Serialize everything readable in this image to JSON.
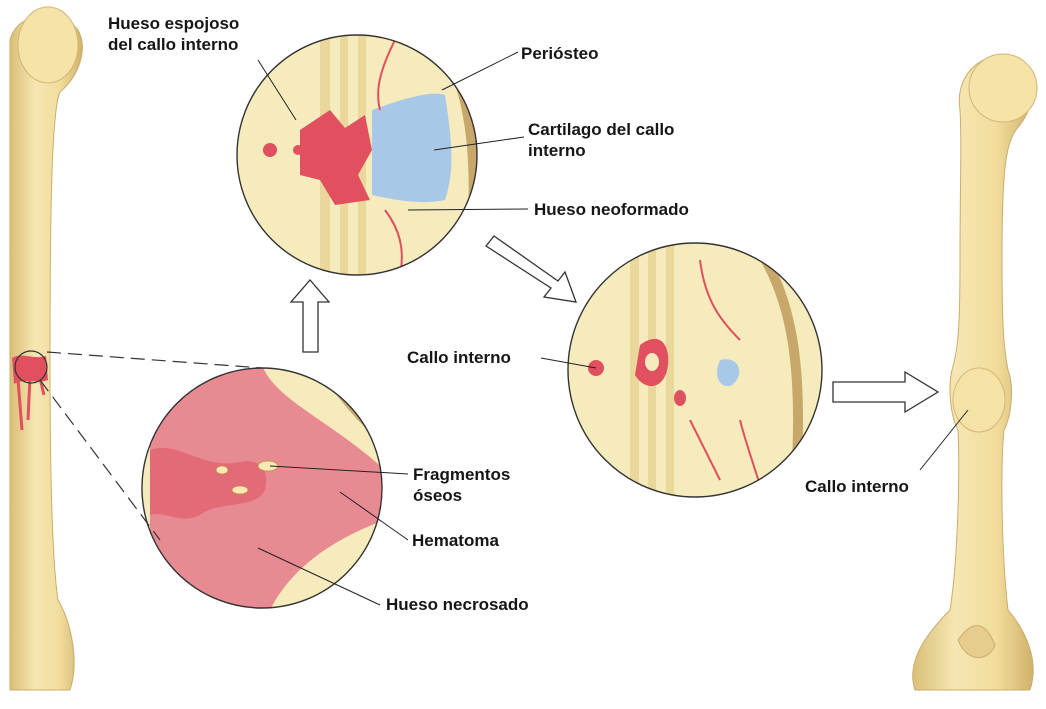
{
  "labels": {
    "spongy_bone": [
      "Hueso espojoso",
      "del callo interno"
    ],
    "periosteum": "Periósteo",
    "cartilage": [
      "Cartilago del callo",
      "interno"
    ],
    "new_bone": "Hueso neoformado",
    "internal_callus_mid": "Callo interno",
    "internal_callus_right": "Callo interno",
    "bone_fragments": [
      "Fragmentos",
      "óseos"
    ],
    "hematoma": "Hematoma",
    "necrotic_bone": "Hueso necrosado"
  },
  "colors": {
    "bone": "#f3e1a5",
    "bone_shadow": "#d9bf78",
    "blood": "#e0505e",
    "hematoma": "#e88a92",
    "cartilage": "#a8c8e8",
    "outline": "#333333"
  }
}
